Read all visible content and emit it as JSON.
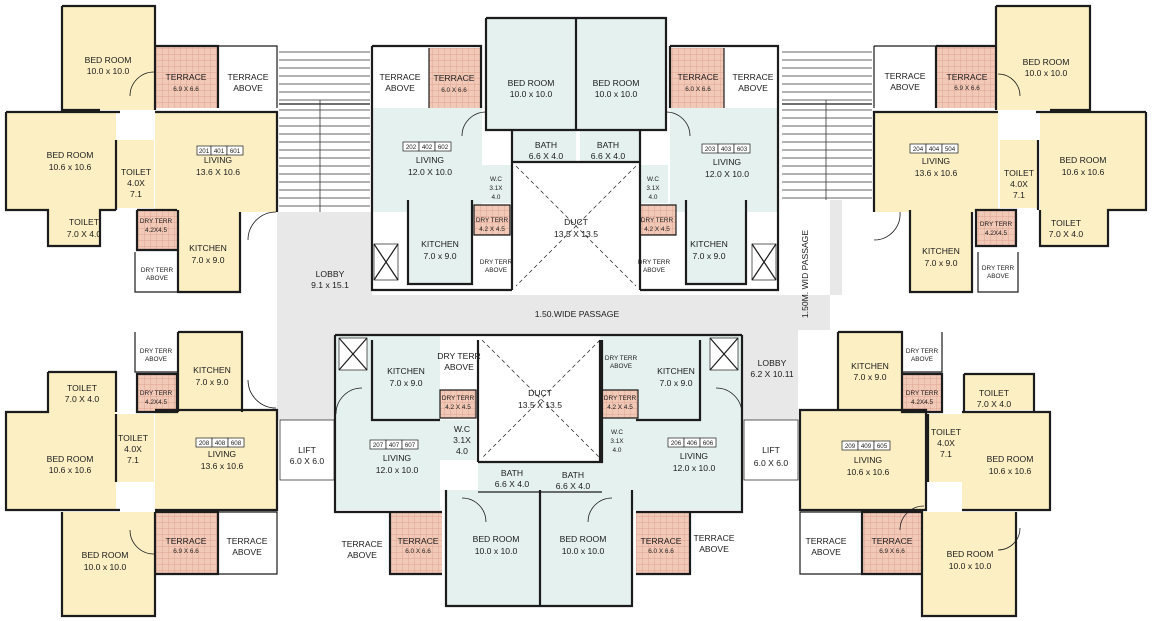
{
  "common": {
    "lobby_left": {
      "name": "LOBBY",
      "size": "9.1 x 15.1"
    },
    "lobby_right": {
      "name": "LOBBY",
      "size": "6.2 X 10.11"
    },
    "passage_h": "1.50.WIDE PASSAGE",
    "passage_v": "1.50M. WID PASSAGE",
    "lift_left": {
      "name": "LIFT",
      "size": "6.0 X 6.0"
    },
    "lift_right": {
      "name": "LIFT",
      "size": "6.0 X 6.0"
    },
    "duct_top": {
      "name": "DUCT",
      "size": "13.5 X 13.5"
    },
    "duct_bottom": {
      "name": "DUCT",
      "size": "13.5 X 13.5"
    }
  },
  "rooms": {
    "bed": "BED ROOM",
    "living": "LIVING",
    "kitchen": "KITCHEN",
    "toilet": "TOILET",
    "bath": "BATH",
    "wc": "W.C",
    "terrace": "TERRACE",
    "terrace_above": [
      "TERRACE",
      "ABOVE"
    ],
    "dry_terr": "DRY TERR",
    "dry_terr_above": [
      "DRY TERR",
      "ABOVE"
    ]
  },
  "sizes": {
    "bed_10": "10.0 x 10.0",
    "bed_106": "10.6 x 10.6",
    "living_136": "13.6 X 10.6",
    "living_136b": "13.6 x 10.6",
    "living_120": "12.0 X 10.0",
    "living_120b": "12.0 x 10.0",
    "living_106": "10.6 x 10.6",
    "kitchen": "7.0 x 9.0",
    "toilet_a": "4.0X",
    "toilet_b": "7.1",
    "toilet_s": "7.0 X 4.0",
    "bath": "6.6 X 4.0",
    "wc_a": "3.1X",
    "wc_b": "4.0",
    "terr_69": "6.9 X 6.6",
    "terr_60": "6.0 X 6.6",
    "dry": "4.2X4.5",
    "dry_b": "4.2 X 4.5"
  },
  "units": {
    "tl": [
      "201",
      "401",
      "601"
    ],
    "tc1": [
      "202",
      "402",
      "602"
    ],
    "tc2": [
      "203",
      "403",
      "603"
    ],
    "tr": [
      "204",
      "404",
      "504"
    ],
    "bl": [
      "208",
      "408",
      "608"
    ],
    "bc1": [
      "207",
      "407",
      "607"
    ],
    "bc2": [
      "206",
      "406",
      "606"
    ],
    "br": [
      "209",
      "409",
      "605"
    ]
  },
  "colors": {
    "yellow_units": "#fbefc3",
    "green_units": "#e4f1ef",
    "common_area": "#e8e8e8",
    "terrace": "#f2c8b7"
  }
}
